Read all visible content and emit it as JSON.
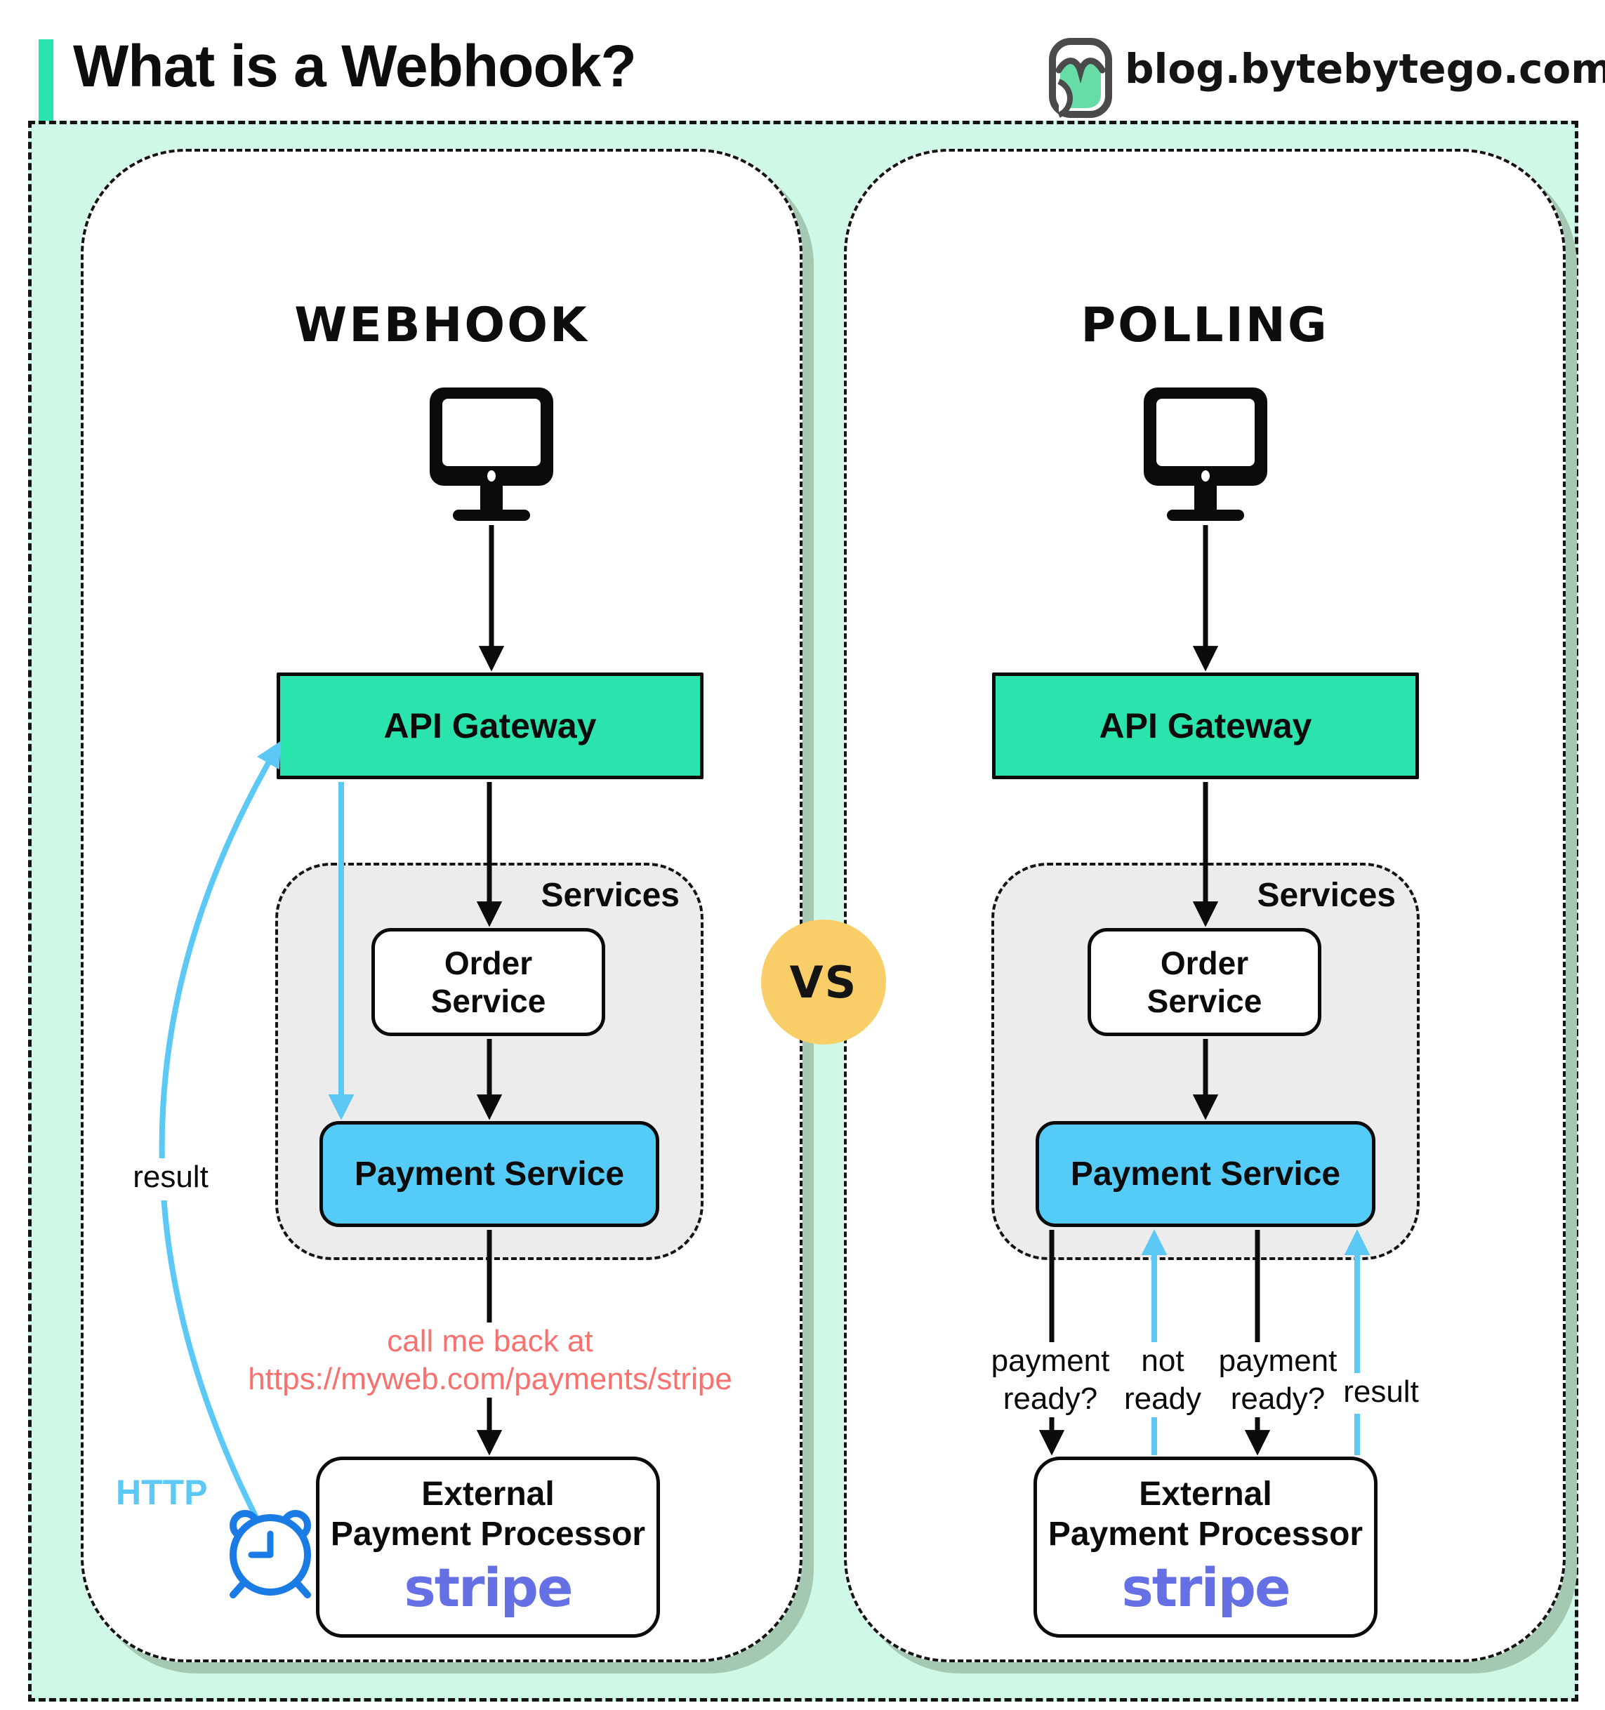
{
  "header": {
    "title": "What is a Webhook?",
    "site": "blog.bytebytego.com"
  },
  "divider": {
    "vs": "VS"
  },
  "colors": {
    "accent_teal": "#2BE3AC",
    "mint_background": "#D0F8E6",
    "api_gateway_fill": "#2BE3AC",
    "payment_service_fill": "#55CCF7",
    "services_fill": "#ECECEC",
    "arrow_blue": "#5BC8F5",
    "alarm_clock_blue": "#1A7BE4",
    "callback_text_red": "#F8716E",
    "stripe_purple": "#6470E4",
    "vs_badge_yellow": "#F9CE69",
    "panel_shadow": "#A5C8B3"
  },
  "webhook_panel": {
    "title": "Webhook",
    "api_gateway_label": "API Gateway",
    "services_label": "Services",
    "order_service_line1": "Order",
    "order_service_line2": "Service",
    "payment_service_label": "Payment Service",
    "callback_line1": "call me back at",
    "callback_line2": "https://myweb.com/payments/stripe",
    "result_label": "result",
    "http_label": "HTTP",
    "external_line1": "External",
    "external_line2": "Payment Processor",
    "stripe_label": "stripe"
  },
  "polling_panel": {
    "title": "Polling",
    "api_gateway_label": "API Gateway",
    "services_label": "Services",
    "order_service_line1": "Order",
    "order_service_line2": "Service",
    "payment_service_label": "Payment Service",
    "ask1_line1": "payment",
    "ask1_line2": "ready?",
    "reply1_line1": "not",
    "reply1_line2": "ready",
    "ask2_line1": "payment",
    "ask2_line2": "ready?",
    "result_label": "result",
    "external_line1": "External",
    "external_line2": "Payment Processor",
    "stripe_label": "stripe"
  }
}
